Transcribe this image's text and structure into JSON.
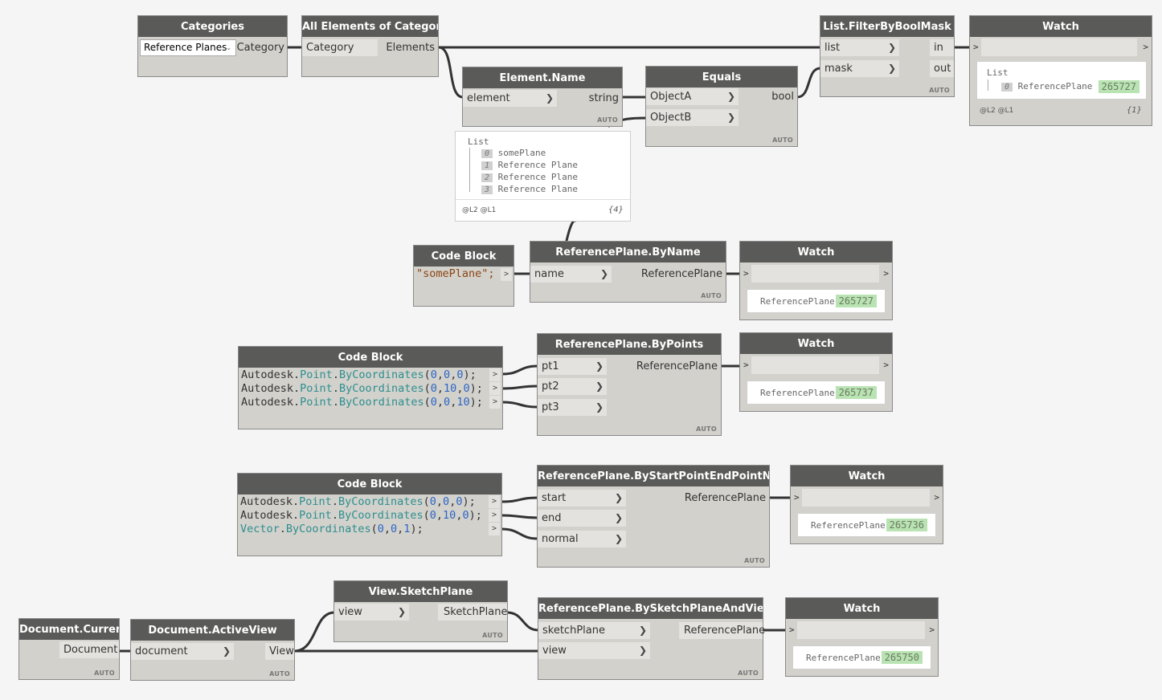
{
  "nodes": {
    "categories": {
      "title": "Categories",
      "selected": "Reference Planes",
      "out": "Category"
    },
    "allElements": {
      "title": "All Elements of Category",
      "in": "Category",
      "out": "Elements"
    },
    "elementName": {
      "title": "Element.Name",
      "in": "element",
      "out": "string",
      "lacing": "AUTO"
    },
    "equals": {
      "title": "Equals",
      "in1": "ObjectA",
      "in2": "ObjectB",
      "out": "bool",
      "lacing": "AUTO"
    },
    "filter": {
      "title": "List.FilterByBoolMask",
      "in1": "list",
      "in2": "mask",
      "out1": "in",
      "out2": "out",
      "lacing": "AUTO"
    },
    "watch1": {
      "title": "Watch",
      "in": ">",
      "out": ">",
      "list_label": "List",
      "index": "0",
      "type": "ReferencePlane",
      "value": "265727",
      "levels": "@L2 @L1",
      "count": "{1}"
    },
    "nameWatch": {
      "list_label": "List",
      "items": [
        {
          "i": "0",
          "v": "somePlane"
        },
        {
          "i": "1",
          "v": "Reference Plane"
        },
        {
          "i": "2",
          "v": "Reference Plane"
        },
        {
          "i": "3",
          "v": "Reference Plane"
        }
      ],
      "levels": "@L2 @L1",
      "count": "{4}"
    },
    "codeName": {
      "title": "Code Block",
      "code": "\"somePlane\";",
      "out": ">"
    },
    "byName": {
      "title": "ReferencePlane.ByName",
      "in": "name",
      "out": "ReferencePlane",
      "lacing": "AUTO"
    },
    "watch2": {
      "title": "Watch",
      "in": ">",
      "out": ">",
      "type": "ReferencePlane",
      "value": "265727"
    },
    "codePoints": {
      "title": "Code Block"
    },
    "byPoints": {
      "title": "ReferencePlane.ByPoints",
      "in1": "pt1",
      "in2": "pt2",
      "in3": "pt3",
      "out": "ReferencePlane",
      "lacing": "AUTO"
    },
    "watch3": {
      "title": "Watch",
      "in": ">",
      "out": ">",
      "type": "ReferencePlane",
      "value": "265737"
    },
    "codeSEN": {
      "title": "Code Block"
    },
    "bySEN": {
      "title": "ReferencePlane.ByStartPointEndPointNormal",
      "in1": "start",
      "in2": "end",
      "in3": "normal",
      "out": "ReferencePlane",
      "lacing": "AUTO"
    },
    "watch4": {
      "title": "Watch",
      "in": ">",
      "out": ">",
      "type": "ReferencePlane",
      "value": "265736"
    },
    "docCurrent": {
      "title": "Document.Current",
      "out": "Document",
      "lacing": "AUTO"
    },
    "activeView": {
      "title": "Document.ActiveView",
      "in": "document",
      "out": "View",
      "lacing": "AUTO"
    },
    "sketchPlane": {
      "title": "View.SketchPlane",
      "in": "view",
      "out": "SketchPlane",
      "lacing": "AUTO"
    },
    "bySketch": {
      "title": "ReferencePlane.BySketchPlaneAndView",
      "in1": "sketchPlane",
      "in2": "view",
      "out": "ReferencePlane",
      "lacing": "AUTO"
    },
    "watch5": {
      "title": "Watch",
      "in": ">",
      "out": ">",
      "type": "ReferencePlane",
      "value": "265750"
    }
  },
  "code": {
    "lib": "Autodesk",
    "point": "Point",
    "byCoords": "ByCoordinates",
    "vector": "Vector",
    "pointsBlock": [
      [
        "0",
        "0",
        "0"
      ],
      [
        "0",
        "10",
        "0"
      ],
      [
        "0",
        "0",
        "10"
      ]
    ],
    "senBlock": [
      [
        "0",
        "0",
        "0"
      ],
      [
        "0",
        "10",
        "0"
      ]
    ],
    "normal": [
      "0",
      "0",
      "1"
    ],
    "portGlyph": ">"
  },
  "colors": {
    "header": "#5a5a59",
    "body": "#d3d1cc",
    "wire": "#333333",
    "value_bg": "#b9e3b2",
    "canvas": "#f5f5f5"
  }
}
